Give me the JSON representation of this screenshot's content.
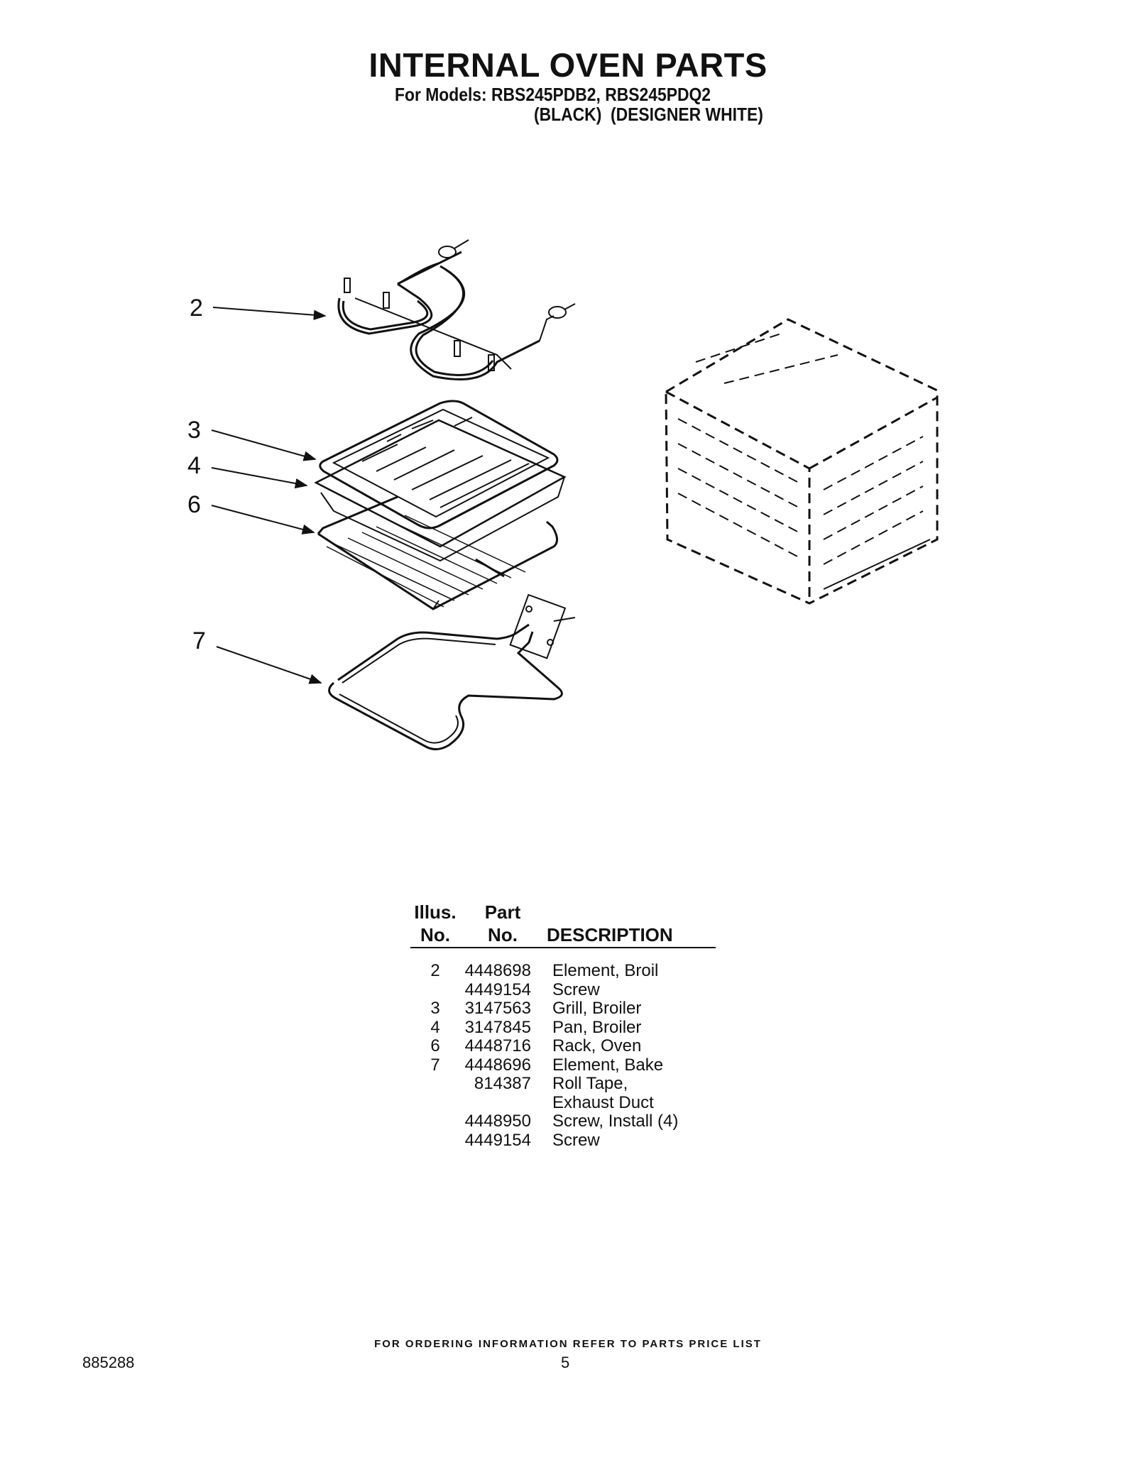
{
  "title": "INTERNAL OVEN PARTS",
  "subtitle_line1": "For Models: RBS245PDB2, RBS245PDQ2",
  "subtitle_line2": "(BLACK)  (DESIGNER WHITE)",
  "callouts": [
    "2",
    "3",
    "4",
    "6",
    "7"
  ],
  "table": {
    "headers": {
      "illus_line1": "Illus.",
      "illus_line2": "No.",
      "part_line1": "Part",
      "part_line2": "No.",
      "description": "DESCRIPTION"
    },
    "rows": [
      {
        "illus": "2",
        "part": "4448698",
        "desc": "Element, Broil"
      },
      {
        "illus": "",
        "part": "4449154",
        "desc": "Screw"
      },
      {
        "illus": "3",
        "part": "3147563",
        "desc": "Grill, Broiler"
      },
      {
        "illus": "4",
        "part": "3147845",
        "desc": "Pan, Broiler"
      },
      {
        "illus": "6",
        "part": "4448716",
        "desc": "Rack, Oven"
      },
      {
        "illus": "7",
        "part": "4448696",
        "desc": "Element, Bake"
      },
      {
        "illus": "",
        "part": "814387",
        "desc": "Roll Tape,"
      },
      {
        "illus": "",
        "part": "",
        "desc": "Exhaust Duct"
      },
      {
        "illus": "",
        "part": "4448950",
        "desc": "Screw, Install (4)"
      },
      {
        "illus": "",
        "part": "4449154",
        "desc": "Screw"
      }
    ]
  },
  "footer": "FOR ORDERING INFORMATION REFER TO PARTS PRICE LIST",
  "doc_number": "885288",
  "page_number": "5"
}
